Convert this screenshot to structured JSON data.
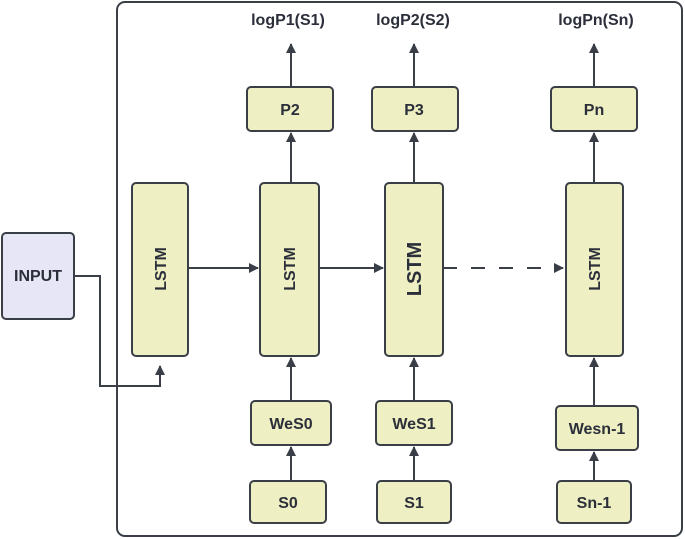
{
  "colors": {
    "block_fill": "#eeefc2",
    "block_stroke": "#3a3f47",
    "input_fill": "#e6e6f6",
    "line": "#3a3f47",
    "frame": "#3a3f47"
  },
  "input": {
    "label": "INPUT"
  },
  "lstm_initial": {
    "label": "LSTM"
  },
  "columns": [
    {
      "lstm": "LSTM",
      "we": "WeS0",
      "s": "S0",
      "p": "P2",
      "log": "logP1(S1)"
    },
    {
      "lstm": "LSTM",
      "we": "WeS1",
      "s": "S1",
      "p": "P3",
      "log": "logP2(S2)"
    },
    {
      "lstm": "LSTM",
      "we": "Wesn-1",
      "s": "Sn-1",
      "p": "Pn",
      "log": "logPn(Sn)"
    }
  ]
}
